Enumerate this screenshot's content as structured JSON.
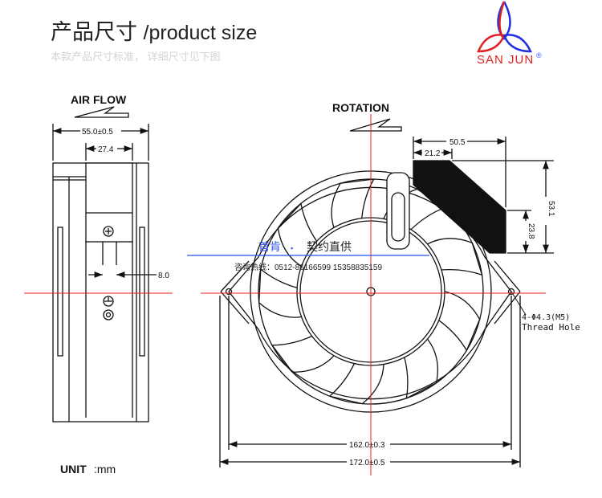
{
  "header": {
    "title_cn": "产品尺寸",
    "title_en": "/product size",
    "subtitle": "本款产品尺寸标准，  详细尺寸见下图"
  },
  "logo": {
    "text": "SAN  JUN",
    "registered": "®"
  },
  "side_view": {
    "airflow_label": "AIR FLOW",
    "dim_width": "55.0±0.5",
    "dim_box": "27.4",
    "dim_pin": "8.0"
  },
  "front_view": {
    "rotation_label": "ROTATION",
    "dim_connector_width": "50.5",
    "dim_connector_offset": "21.2",
    "dim_connector_height": "53.1",
    "dim_connector_inner": "23.8",
    "hole_spec": "4-Φ4.3(M5)",
    "hole_label": "Thread Hole",
    "dim_hole_pitch": "162.0±0.3",
    "dim_overall": "172.0±0.5"
  },
  "watermark": {
    "brand_blue": "首肯",
    "dot": "▪",
    "slogan": "契约直供",
    "hotline": "咨询热线：0512-86166599   15358835159"
  },
  "unit": {
    "label": "UNIT",
    "value": ":mm"
  },
  "colors": {
    "red": "#ee2222",
    "blue": "#2255ee",
    "line": "#111111"
  }
}
